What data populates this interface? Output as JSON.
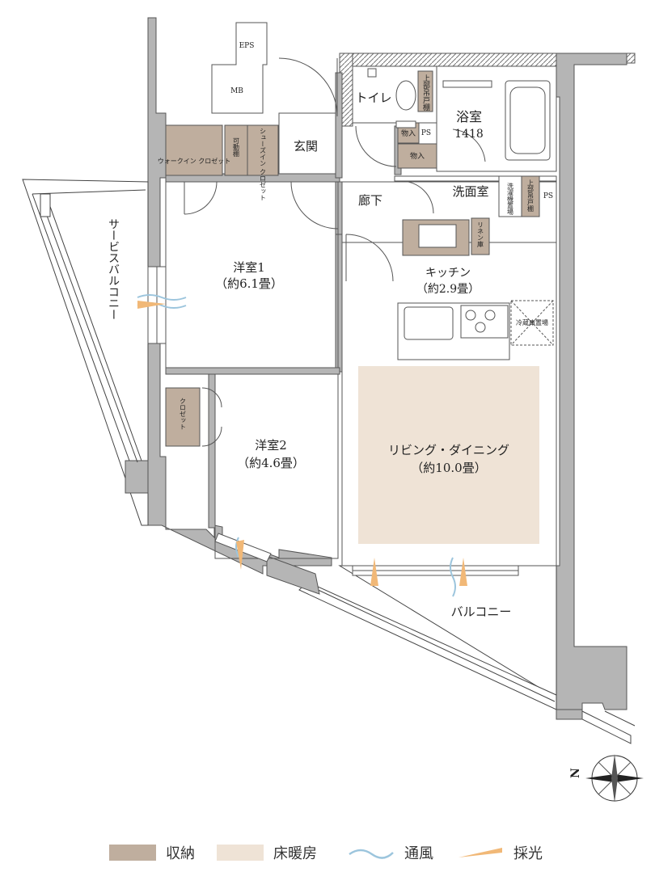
{
  "rooms": {
    "eps": "EPS",
    "mb": "MB",
    "toilet": "トイレ",
    "toilet_shelf": "上部吊戸棚",
    "bath": "浴室",
    "bath_size": "1418",
    "ps1": "PS",
    "ps2": "PS",
    "storage_small1": "物入",
    "storage_small2": "物入",
    "entrance": "玄関",
    "shoes_closet": "シューズイン クロゼット",
    "movable_shelf": "可動棚",
    "walkin_closet": "ウォークイン クロゼット",
    "hallway": "廊下",
    "washroom": "洗面室",
    "washer_shelf": "上部吊戸棚",
    "washer_space": "洗濯機置場",
    "linen": "リネン庫",
    "kitchen": "キッチン",
    "kitchen_size": "（約2.9畳）",
    "fridge": "冷蔵庫置場",
    "room1": "洋室1",
    "room1_size": "（約6.1畳）",
    "room2": "洋室2",
    "room2_size": "（約4.6畳）",
    "closet": "クロゼット",
    "living": "リビング・ダイニング",
    "living_size": "（約10.0畳）",
    "service_balcony": "サービスバルコニー",
    "balcony": "バルコニー"
  },
  "compass": {
    "label": "N"
  },
  "legend": [
    {
      "label": "収納",
      "color": "#bfae9e"
    },
    {
      "label": "床暖房",
      "color": "#efe3d6"
    },
    {
      "label": "通風",
      "color": "#9cc5dd"
    },
    {
      "label": "採光",
      "color": "#f1b877"
    }
  ],
  "colors": {
    "wall": "#b5b5b5",
    "storage": "#bfae9e",
    "floor_heating": "#efe3d6"
  }
}
